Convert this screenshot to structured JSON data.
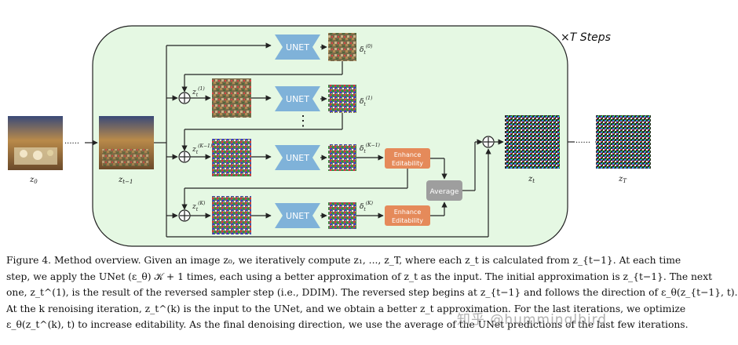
{
  "figure": {
    "panel_label": "×T Steps",
    "unet_label": "UNET",
    "enhance_label_line1": "Enhance",
    "enhance_label_line2": "Editability",
    "average_label": "Average",
    "dots": "······",
    "vertical_dots": "⋮",
    "image_labels": {
      "input": "z0",
      "prev": "z_{t−1}",
      "output": "z_t",
      "final": "z_T"
    },
    "intermediate_labels": [
      "z_t^(1)",
      "z_t^(K−1)",
      "z_t^(K)"
    ],
    "delta_labels": [
      "δ_t^(0)",
      "δ_t^(1)",
      "δ_t^(K−1)",
      "δ_t^(K)"
    ],
    "colors": {
      "panel_fill": "#e5f8e3",
      "unet_fill": "#7fb2d9",
      "enhance_fill": "#e58a5a",
      "average_fill": "#9e9e9e"
    }
  },
  "caption": {
    "lines": [
      "Figure 4.  Method overview.  Given an image z₀, we iteratively compute z₁, ..., z_T, where each z_t is calculated from z_{t−1}.  At each time",
      "step, we apply the UNet (ε_θ) 𝒦 + 1 times, each using a better approximation of z_t as the input. The initial approximation is z_{t−1}. The next",
      "one, z_t^(1), is the result of the reversed sampler step (i.e., DDIM). The reversed step begins at z_{t−1} and follows the direction of ε_θ(z_{t−1}, t).",
      "At the k renoising iteration, z_t^(k) is the input to the UNet, and we obtain a better z_t approximation. For the last iterations, we optimize",
      "ε_θ(z_t^(k), t) to increase editability. As the final denoising direction, we use the average of the UNet predictions of the last few iterations."
    ]
  },
  "watermark": "知乎 @humminglbird"
}
